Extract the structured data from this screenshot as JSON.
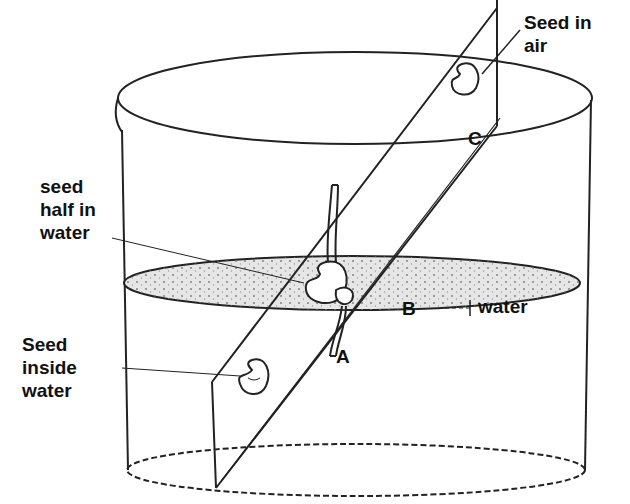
{
  "diagram": {
    "labels": [
      "Seed in air",
      "C",
      "seed half in water",
      "B",
      "water",
      "Seed inside water",
      "A"
    ]
  }
}
